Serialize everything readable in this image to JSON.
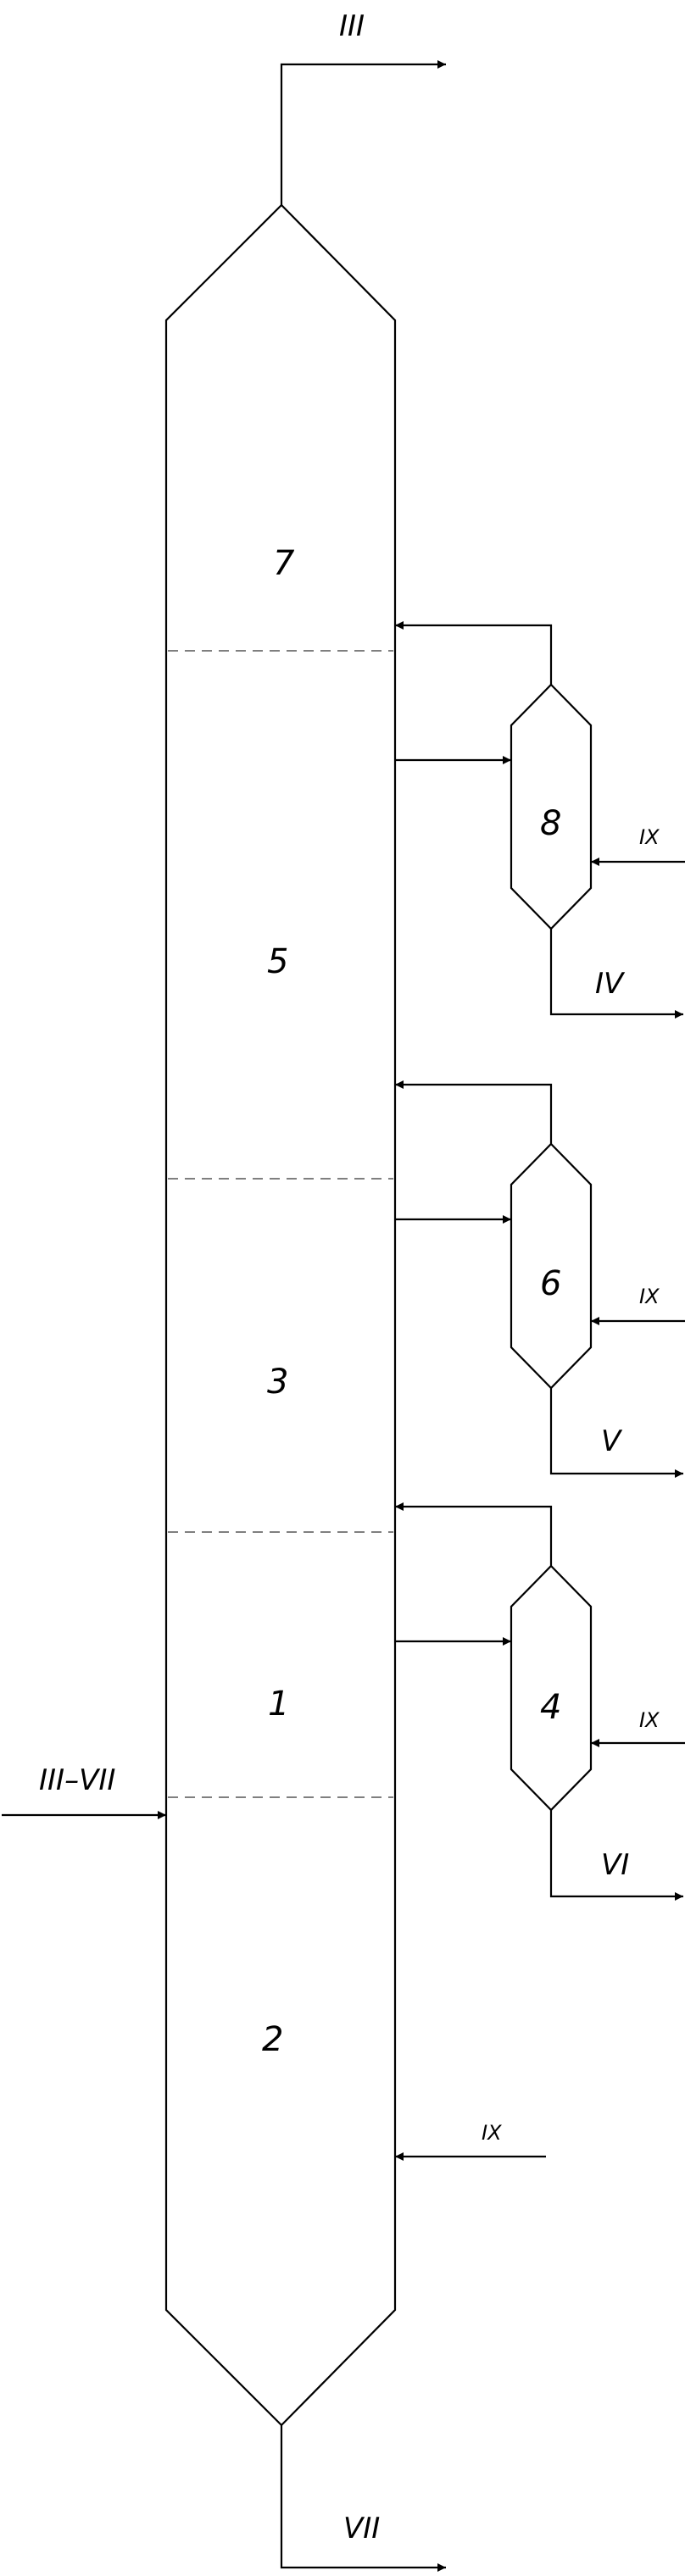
{
  "column": {
    "sections": [
      {
        "id": "7",
        "label": "7"
      },
      {
        "id": "5",
        "label": "5"
      },
      {
        "id": "3",
        "label": "3"
      },
      {
        "id": "1",
        "label": "1"
      },
      {
        "id": "2",
        "label": "2"
      }
    ],
    "top_product": "III",
    "bottom_product": "VII",
    "feed": "III–VII",
    "bottom_steam": "IX"
  },
  "strippers": [
    {
      "label": "8",
      "steam": "IX",
      "product": "IV"
    },
    {
      "label": "6",
      "steam": "IX",
      "product": "V"
    },
    {
      "label": "4",
      "steam": "IX",
      "product": "VI"
    }
  ]
}
